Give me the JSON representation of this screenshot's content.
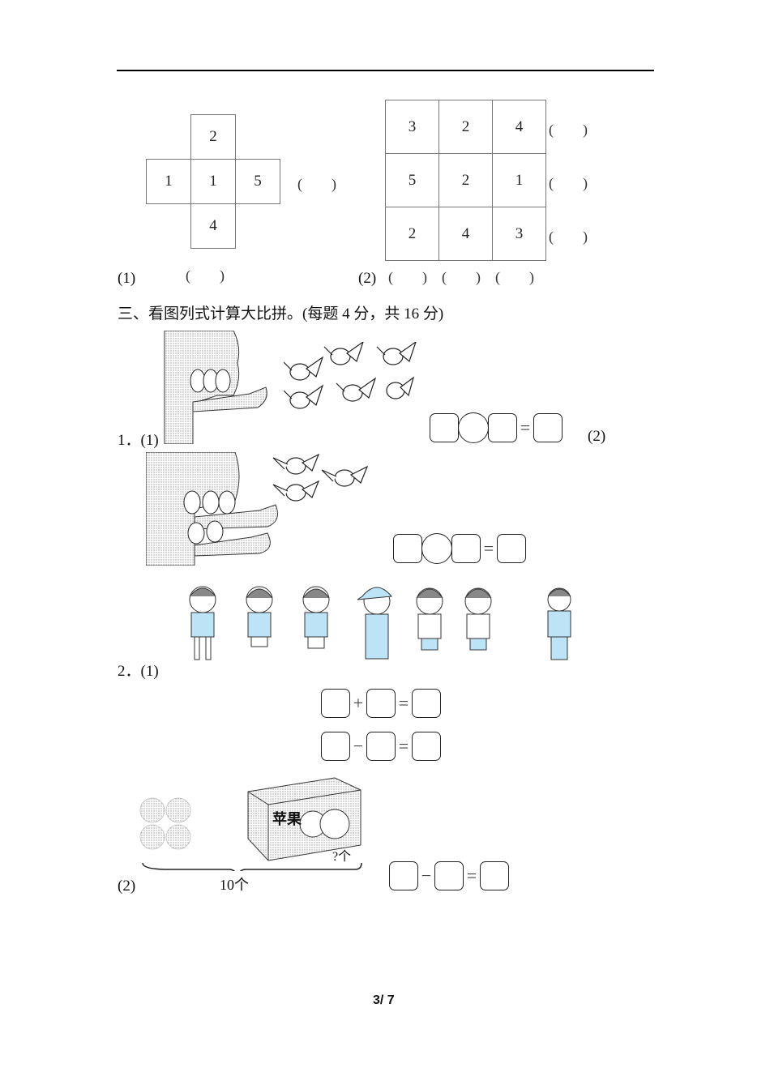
{
  "header_rule": true,
  "section2": {
    "q1": {
      "label": "(1)",
      "net_cells": [
        {
          "pos": "top",
          "value": "2"
        },
        {
          "pos": "left",
          "value": "1"
        },
        {
          "pos": "center",
          "value": "1"
        },
        {
          "pos": "right",
          "value": "5"
        },
        {
          "pos": "bottom",
          "value": "4"
        }
      ],
      "paren_right": "(　　)",
      "paren_bottom": "(　　)"
    },
    "q2": {
      "label": "(2)",
      "grid": [
        [
          "3",
          "2",
          "4"
        ],
        [
          "5",
          "2",
          "1"
        ],
        [
          "2",
          "4",
          "3"
        ]
      ],
      "row_parens": [
        "(　　)",
        "(　　)",
        "(　　)"
      ],
      "col_parens": [
        "(　　)",
        "(　　)",
        "(　　)"
      ]
    }
  },
  "section3": {
    "heading": "三、看图列式计算大比拼。(每题 4 分，共 16 分)",
    "q1": {
      "number": "1．",
      "sub1_label": "(1)",
      "sub1_image": "tree with 3 birds on branch and 6 birds flying",
      "sub2_label": "(2)",
      "sub2_image": "tree with 5 birds on branches and 3 birds flying",
      "equation_symbol": "="
    },
    "q2": {
      "number": "2．",
      "sub1_label": "(1)",
      "sub1_image": "7 children standing in a row",
      "eq_plus": {
        "op": "+",
        "eq": "="
      },
      "eq_minus": {
        "op": "−",
        "eq": "="
      },
      "sub2_label": "(2)",
      "box_text": "苹果",
      "unknown_label": "?个",
      "total_label": "10个",
      "apples_visible": 4,
      "eq3": {
        "op": "−",
        "eq": "="
      }
    }
  },
  "footer": {
    "page": "3/ 7"
  }
}
